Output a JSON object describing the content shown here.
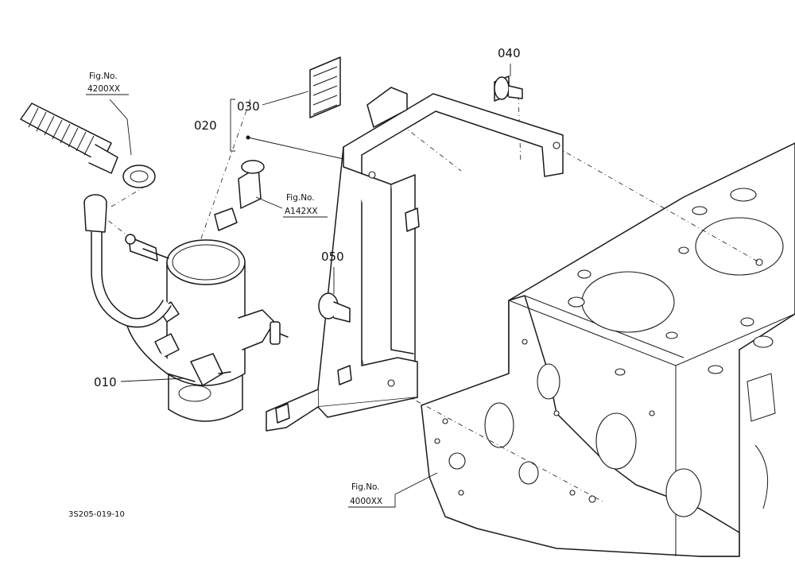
{
  "diagram_code": "3S205-019-10",
  "callouts": {
    "p010": "010",
    "p020": "020",
    "p030": "030",
    "p040": "040",
    "p050": "050"
  },
  "fig_refs": {
    "hose": {
      "caption": "Fig.No.",
      "number": "4200XX"
    },
    "plug": {
      "caption": "Fig.No.",
      "number": "A142XX"
    },
    "block": {
      "caption": "Fig.No.",
      "number": "4000XX"
    }
  },
  "colors": {
    "ink": "#1a1a1a",
    "paper": "#ffffff"
  }
}
